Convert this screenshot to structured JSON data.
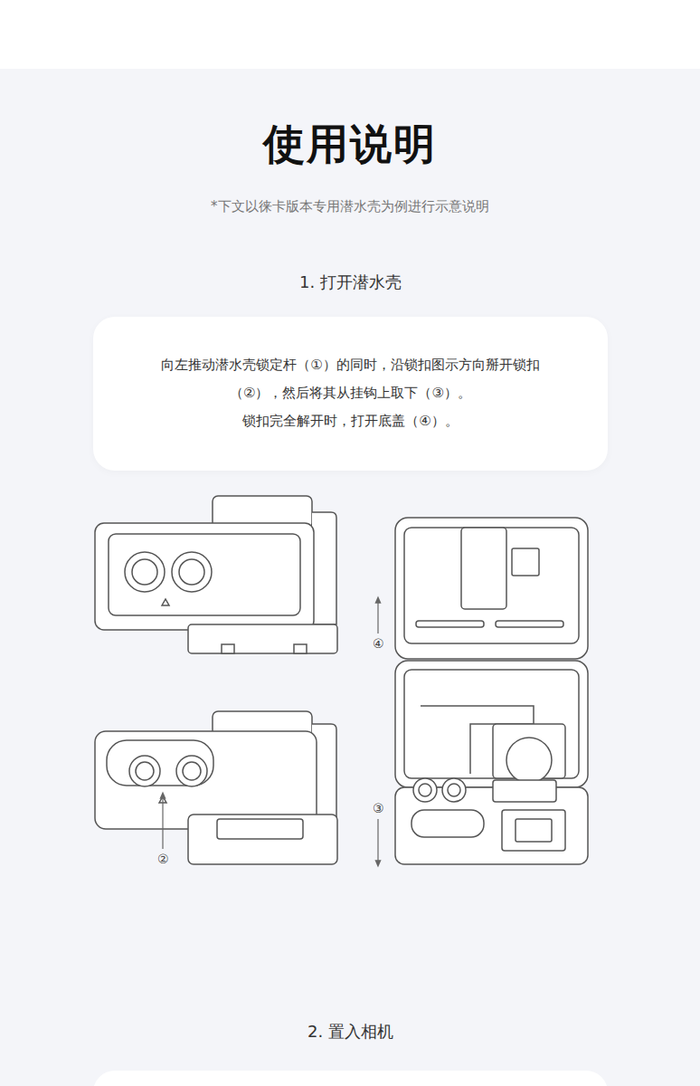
{
  "diagram": {
    "title": "使用说明",
    "nodes": [
      {
        "text": [
          "向左推动潜水壳锁定杆（①）的同时，沿锁扣图示方向掰开锁扣（②），然后将其从挂钩上取下（③）。",
          "锁扣完全解开时，打开底盖（④）。"
        ]
      }
    ],
    "labels": [
      "*下文以徕卡版本专用潜水壳为例进行示意说明",
      "1. 打开潜水壳",
      "④",
      "②",
      "③",
      "2. 置入相机"
    ]
  }
}
